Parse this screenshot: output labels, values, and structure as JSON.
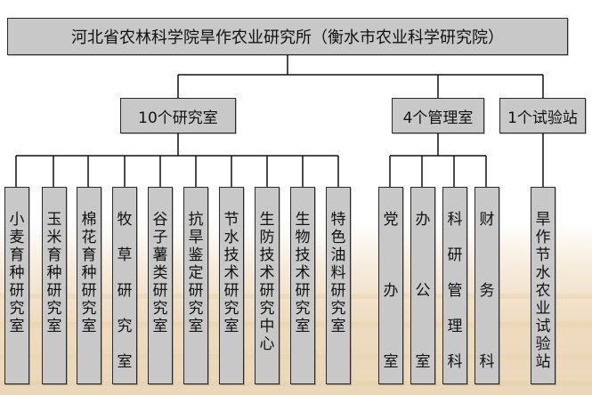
{
  "root": {
    "label": "河北省农林科学院旱作农业研究所（衡水市农业科学研究院）"
  },
  "groups": [
    {
      "label": "10个研究室"
    },
    {
      "label": "4个管理室"
    },
    {
      "label": "1个试验站"
    }
  ],
  "leaves": [
    {
      "label": "小麦育种研究室"
    },
    {
      "label": "玉米育种研究室"
    },
    {
      "label": "棉花育种研究室"
    },
    {
      "label": "牧草研究室"
    },
    {
      "label": "谷子薯类研究室"
    },
    {
      "label": "抗旱鉴定研究室"
    },
    {
      "label": "节水技术研究室"
    },
    {
      "label": "生防技术研究中心"
    },
    {
      "label": "生物技术研究室"
    },
    {
      "label": "特色油料研究室"
    },
    {
      "label": "党办室"
    },
    {
      "label": "办公室"
    },
    {
      "label": "科研管理科"
    },
    {
      "label": "财务科"
    },
    {
      "label": "旱作节水农业试验站"
    }
  ]
}
